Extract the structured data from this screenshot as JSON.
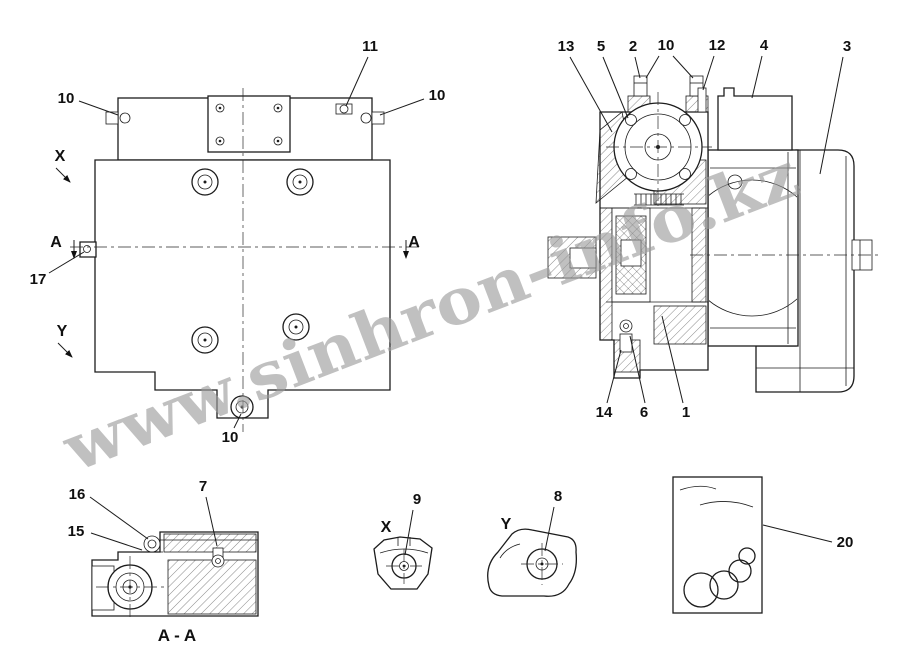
{
  "watermark": {
    "text": "www.sinhron-info.kz"
  },
  "front_view": {
    "callout_10_top_left": "10",
    "callout_11": "11",
    "callout_10_top_right": "10",
    "callout_17": "17",
    "callout_10_bottom": "10",
    "view_arrow_x": "X",
    "view_arrow_y": "Y",
    "section_marker_left": "A",
    "section_marker_right": "A"
  },
  "side_view": {
    "callout_13": "13",
    "callout_5": "5",
    "callout_2": "2",
    "callout_10": "10",
    "callout_12": "12",
    "callout_4": "4",
    "callout_3": "3",
    "callout_14": "14",
    "callout_6": "6",
    "callout_1": "1"
  },
  "section_aa": {
    "callout_16": "16",
    "callout_15": "15",
    "callout_7": "7",
    "title": "A - A"
  },
  "detail_x": {
    "title": "X",
    "callout_9": "9"
  },
  "detail_y": {
    "title": "Y",
    "callout_8": "8"
  },
  "parts_bag": {
    "callout_20": "20"
  }
}
